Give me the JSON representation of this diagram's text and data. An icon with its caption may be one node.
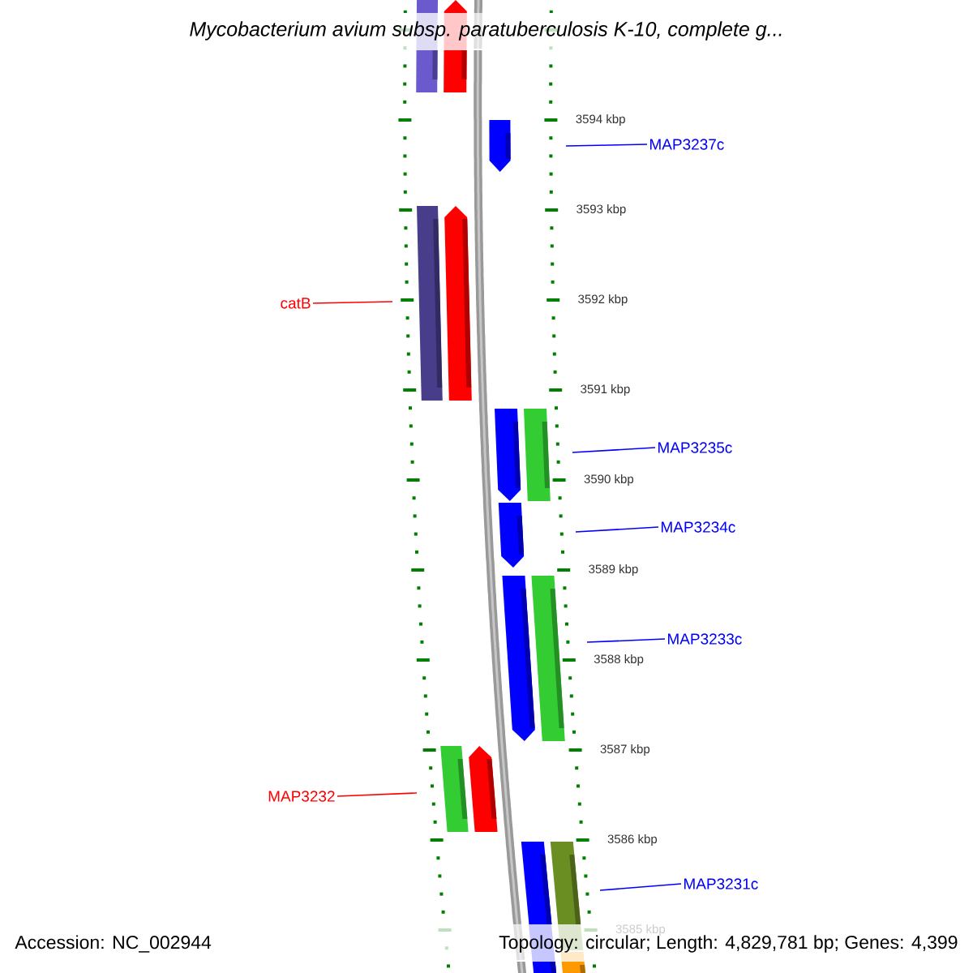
{
  "diagram": {
    "title": "Mycobacterium avium subsp. paratuberculosis K-10, complete g...",
    "nodes": [
      {
        "text": [
          "MAP3237c"
        ]
      },
      {
        "text": [
          "catB"
        ]
      },
      {
        "text": [
          "MAP3235c"
        ]
      },
      {
        "text": [
          "MAP3234c"
        ]
      },
      {
        "text": [
          "MAP3233c"
        ]
      },
      {
        "text": [
          "MAP3232"
        ]
      },
      {
        "text": [
          "MAP3231c"
        ]
      }
    ],
    "edges": [
      {
        "from": 0,
        "to": null,
        "arrow": "none"
      },
      {
        "from": 1,
        "to": null,
        "arrow": "none",
        "color": "#ff0000"
      },
      {
        "from": 2,
        "to": null,
        "arrow": "none"
      },
      {
        "from": 3,
        "to": null,
        "arrow": "none"
      },
      {
        "from": 4,
        "to": null,
        "arrow": "none"
      },
      {
        "from": 5,
        "to": null,
        "arrow": "none",
        "color": "#ff0000"
      },
      {
        "from": 6,
        "to": null,
        "arrow": "none"
      }
    ],
    "labels": [
      "3594 kbp",
      "3593 kbp",
      "3592 kbp",
      "3591 kbp",
      "3590 kbp",
      "3589 kbp",
      "3588 kbp",
      "3587 kbp",
      "3586 kbp",
      "3585 kbp",
      "Accession: NC_002944",
      "Topology: circular; Length: 4,829,781 bp; Genes: 4,399"
    ]
  }
}
